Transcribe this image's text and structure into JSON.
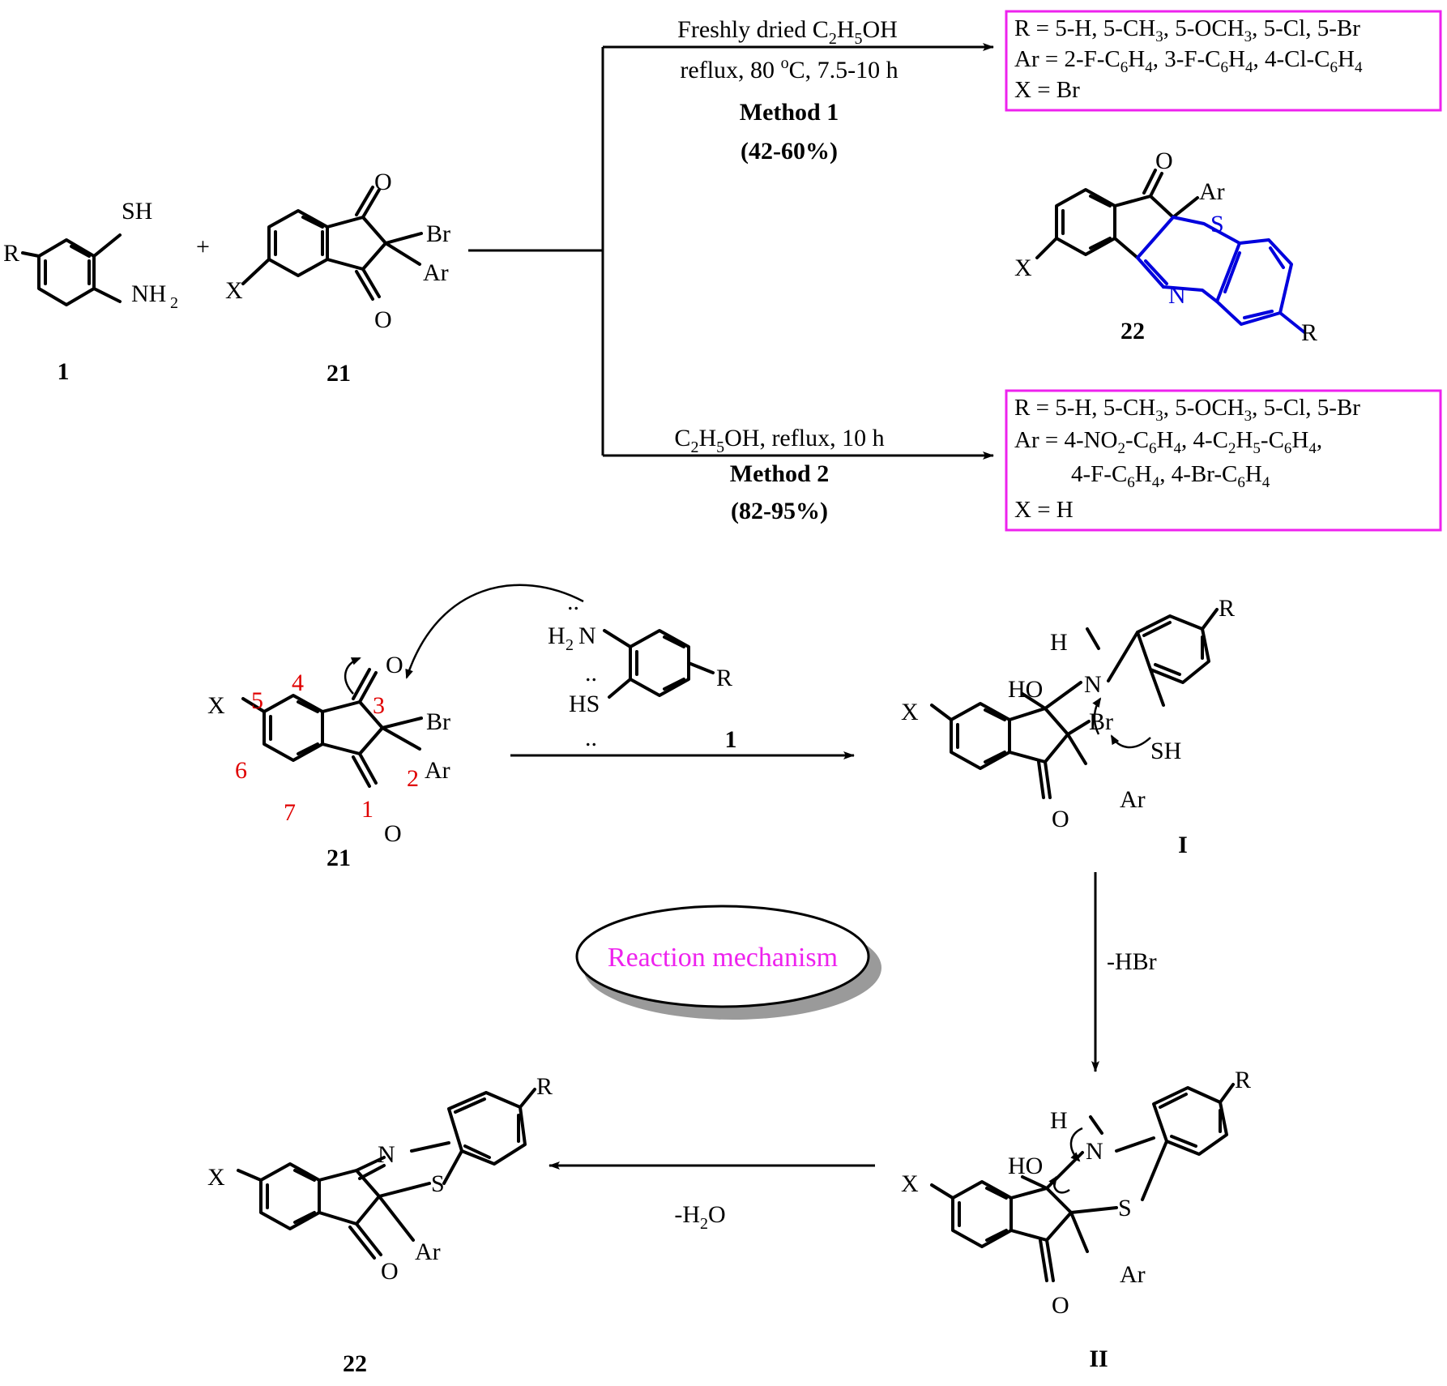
{
  "compounds": {
    "c1": "1",
    "c21": "21",
    "c22": "22",
    "ci": "I",
    "cii": "II"
  },
  "labels": {
    "plus": "+",
    "r": "R",
    "x": "X",
    "ar": "Ar",
    "br": "Br",
    "o": "O",
    "s": "S",
    "n": "N",
    "h": "H",
    "sh": "SH",
    "hs": "HS",
    "ho": "HO",
    "nh2_main": "NH",
    "h2n_main": "H",
    "sub2": "2"
  },
  "ring_numbers": [
    "1",
    "2",
    "3",
    "4",
    "5",
    "6",
    "7"
  ],
  "method1": {
    "line1_a": "Freshly dried C",
    "line1_sub1": "2",
    "line1_b": "H",
    "line1_sub2": "5",
    "line1_c": "OH",
    "line2_a": "reflux, 80 ",
    "line2_sup": "o",
    "line2_b": "C, 7.5-10 h",
    "name": "Method 1",
    "yield": "(42-60%)"
  },
  "method2": {
    "cond_a": "C",
    "cond_sub1": "2",
    "cond_b": "H",
    "cond_sub2": "5",
    "cond_c": "OH, reflux, 10 h",
    "name": "Method 2",
    "yield": "(82-95%)"
  },
  "box1": {
    "r_line": "R = 5-H, 5-CH3, 5-OCH3, 5-Cl, 5-Br",
    "ar_line": "Ar = 2-F-C6H4, 3-F-C6H4, 4-Cl-C6H4",
    "x_line": "X = Br"
  },
  "box2": {
    "r_line": "R = 5-H, 5-CH3, 5-OCH3, 5-Cl, 5-Br",
    "ar_line1": "Ar = 4-NO2-C6H4, 4-C2H5-C6H4,",
    "ar_line2": "4-F-C6H4, 4-Br-C6H4",
    "x_line": "X = H"
  },
  "mechanism": {
    "title": "Reaction mechanism",
    "step_hbr": "-HBr",
    "step_h2o_a": "-H",
    "step_h2o_sub": "2",
    "step_h2o_b": "O"
  },
  "colors": {
    "box": "#ee22ee",
    "ring_numbers": "#e00000",
    "product_highlight": "#0000dd"
  }
}
